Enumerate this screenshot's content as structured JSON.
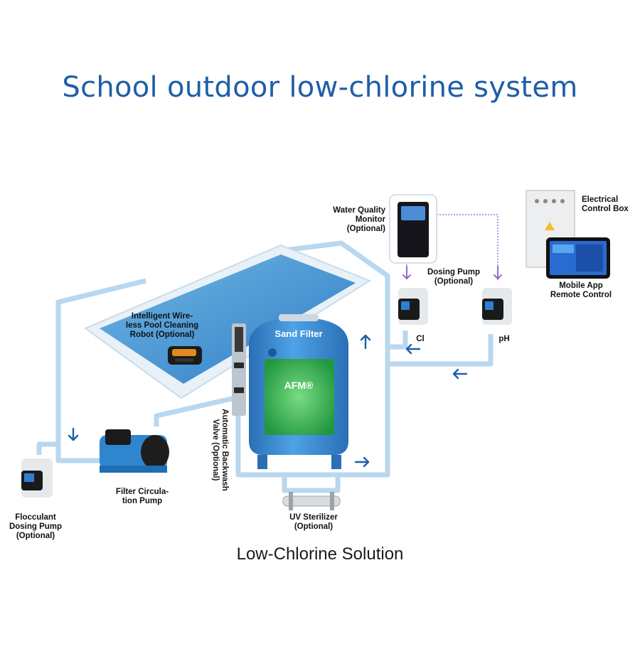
{
  "title": "School outdoor low-chlorine system",
  "caption": "Low-Chlorine Solution",
  "labels": {
    "water_quality_monitor": "Water Quality\nMonitor\n(Optional)",
    "electrical_control_box": "Electrical\nControl Box",
    "mobile_app": "Mobile App\nRemote Control",
    "dosing_pump": "Dosing Pump\n(Optional)",
    "cl": "Cl",
    "ph": "pH",
    "robot": "Intelligent Wire-\nless Pool Cleaning\nRobot (Optional)",
    "sand_filter": "Sand Filter",
    "afm": "AFM®",
    "backwash_valve": "Automatic Backwash\nValve (Optional)",
    "filter_pump": "Filter Circula-\ntion Pump",
    "flocculant_pump": "Flocculant\nDosing Pump\n(Optional)",
    "uv_sterilizer": "UV Sterilizer\n(Optional)"
  },
  "colors": {
    "title": "#1f5ea8",
    "pipe": "#b9d7ee",
    "arrow": "#1f5ea8",
    "signal": "#8a5cc7",
    "pool_water": "#3f8fd0",
    "filter_body": "#3a8fd6",
    "media": "#3ec14a"
  }
}
